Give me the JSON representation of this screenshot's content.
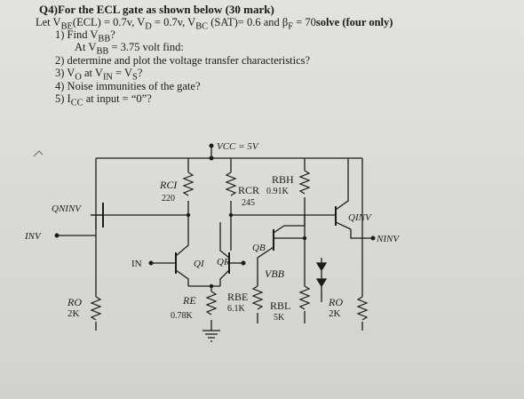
{
  "question": {
    "title": "Q4)For the ECL gate as shown below (30 mark)",
    "given_prefix": "Let V",
    "given_sub1": "BE",
    "given_mid1": "(ECL) = 0.7v, V",
    "given_sub2": "D",
    "given_mid2": " = 0.7v, V",
    "given_sub3": "BC",
    "given_mid3": " (SAT)= 0.6 and β",
    "given_sub4": "F",
    "given_mid4": " = 70",
    "given_suffix": "solve (four only)",
    "item1_a": "1) Find V",
    "item1_sub": "BB",
    "item1_b": "?",
    "at_a": "At V",
    "at_sub": "BB",
    "at_b": " = 3.75 volt find:",
    "item2": "2) determine and plot the voltage transfer characteristics?",
    "item3_a": "3) V",
    "item3_sub1": "O",
    "item3_b": " at V",
    "item3_sub2": "IN",
    "item3_c": " = V",
    "item3_sub3": "S",
    "item3_d": "?",
    "item4": "4) Noise immunities of the gate?",
    "item5_a": "5) I",
    "item5_sub": "CC",
    "item5_b": " at input = “0”?"
  },
  "circuit": {
    "vcc": "VCC = 5V",
    "rci_name": "RCI",
    "rci_value": "220",
    "rcr_name": "RCR",
    "rcr_value": "245",
    "rbh_name": "RBH",
    "rbh_value": "0.91K",
    "qninv": "QNINV",
    "qinv": "QINV",
    "inv_term": "INV",
    "ninv_term": "NINV",
    "in_term": "IN",
    "qi": "QI",
    "qr": "QR",
    "qb": "QB",
    "vbb": "VBB",
    "re_name": "RE",
    "re_value": "0.78K",
    "rbe_name": "RBE",
    "rbe_value": "6.1K",
    "rbl_name": "RBL",
    "rbl_value": "5K",
    "ro_left_name": "RO",
    "ro_left_value": "2K",
    "ro_right_name": "RO",
    "ro_right_value": "2K"
  }
}
